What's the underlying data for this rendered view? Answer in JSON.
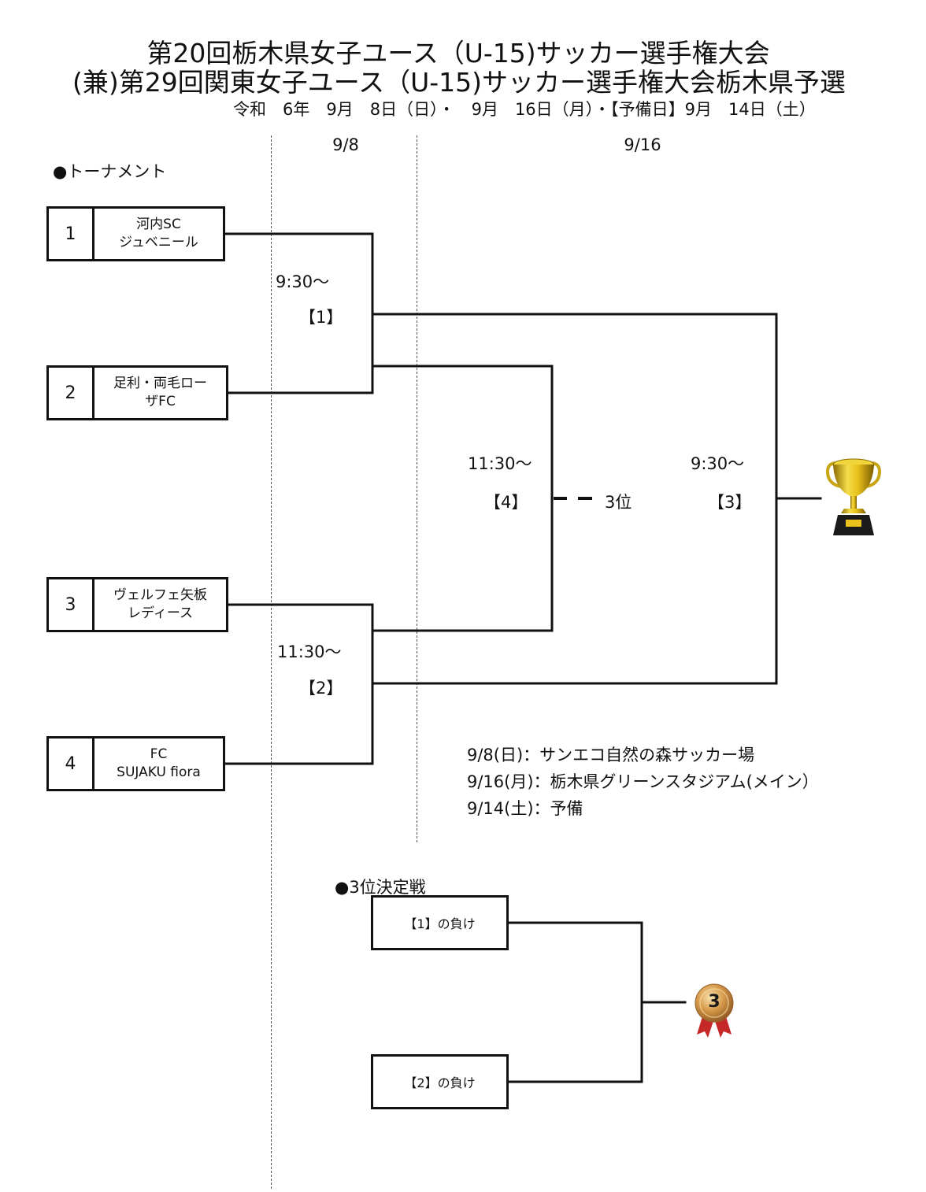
{
  "header": {
    "title_line1": "第20回栃木県女子ユース（U-15)サッカー選手権大会",
    "title_line2": "(兼)第29回関東女子ユース（U-15)サッカー選手権大会栃木県予選",
    "date_line": "令和　6年　9月　8日（日）・　9月　16日（月）・【予備日】9月　14日（土）"
  },
  "columns": {
    "day1": "9/8",
    "day2": "9/16"
  },
  "tournament": {
    "heading": "●トーナメント",
    "teams": [
      {
        "seed": "1",
        "line1": "河内SC",
        "line2": "ジュベニール"
      },
      {
        "seed": "2",
        "line1": "足利・両毛ロー",
        "line2": "ザFC"
      },
      {
        "seed": "3",
        "line1": "ヴェルフェ矢板",
        "line2": "レディース"
      },
      {
        "seed": "4",
        "line1": "FC",
        "line2": "SUJAKU fiora"
      }
    ],
    "matches": [
      {
        "time": "9:30〜",
        "id": "【1】"
      },
      {
        "time": "11:30〜",
        "id": "【2】"
      },
      {
        "time": "11:30〜",
        "id": "【4】"
      },
      {
        "time": "9:30〜",
        "id": "【3】"
      }
    ],
    "third_place_label": "3位"
  },
  "venues": [
    "9/8(日)：サンエコ自然の森サッカー場",
    "9/16(月)：栃木県グリーンスタジアム(メイン）",
    "9/14(土)：予備"
  ],
  "third_place": {
    "heading": "●3位決定戦",
    "slot1": "【1】の負け",
    "slot2": "【2】の負け",
    "medal_number": "3"
  },
  "icons": {
    "champion": "trophy-icon",
    "third": "bronze-medal-icon"
  },
  "colors": {
    "gold": "#e8c21a",
    "bronze": "#c98a3a",
    "ribbon": "#c62828"
  }
}
